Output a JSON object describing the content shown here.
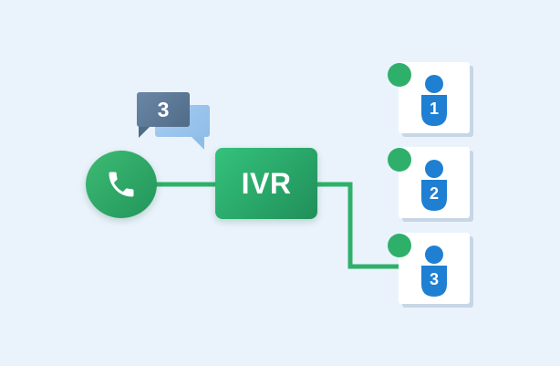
{
  "diagram": {
    "queue_count": "3",
    "ivr_label": "IVR",
    "agents": [
      {
        "number": "1"
      },
      {
        "number": "2"
      },
      {
        "number": "3"
      }
    ]
  },
  "icons": {
    "phone": "phone-icon",
    "chat": "chat-bubble-icon",
    "agent": "agent-user-icon",
    "status": "online-status-dot"
  },
  "colors": {
    "background": "#eaf3fb",
    "green": "#2fb06a",
    "dark_green": "#208f59",
    "agent_blue": "#1f7fd2",
    "bubble_dark": "#5a7796",
    "bubble_light": "#a9cdf0"
  }
}
